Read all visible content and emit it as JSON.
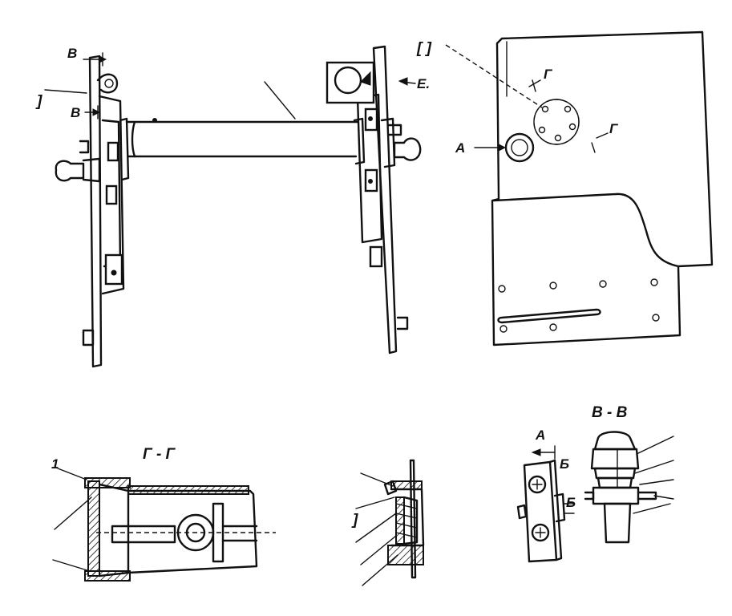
{
  "labels": {
    "v_top": "В",
    "v_mid": "В",
    "bracket_left": "]",
    "e_label": "Е.",
    "bracket_top": "[   ]",
    "g_top": "Г",
    "g_right": "Г",
    "a_plate": "А",
    "section_gg": "Г - Г",
    "section_vv": "В - В",
    "a_detail": "А",
    "b_top": "Б",
    "b_side": "Б",
    "num_one": "1",
    "bracket_mid": "]"
  }
}
